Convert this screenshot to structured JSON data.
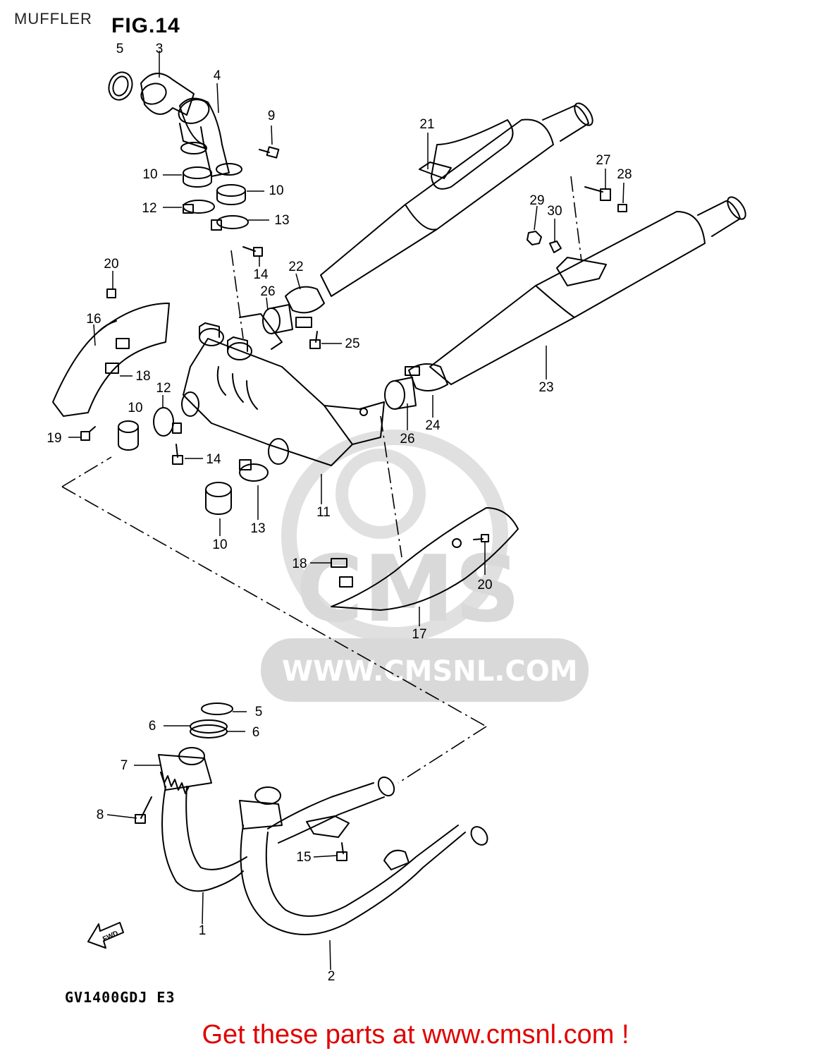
{
  "header": {
    "section": "MUFFLER",
    "figure": "FIG.14"
  },
  "model_code": "GV1400GDJ E3",
  "watermark": {
    "brand": "CMS",
    "url": "WWW.CMSNL.COM"
  },
  "direction_arrow": "FWD",
  "banner": "Get these parts at www.cmsnl.com !",
  "part_labels": [
    "1",
    "2",
    "3",
    "4",
    "5",
    "6",
    "7",
    "8",
    "9",
    "10",
    "11",
    "12",
    "13",
    "14",
    "15",
    "16",
    "17",
    "18",
    "19",
    "20",
    "21",
    "22",
    "23",
    "24",
    "25",
    "26",
    "27",
    "28",
    "29",
    "30"
  ],
  "colors": {
    "banner": "#e00000",
    "line": "#000000",
    "watermark": "#d9d9d9"
  }
}
